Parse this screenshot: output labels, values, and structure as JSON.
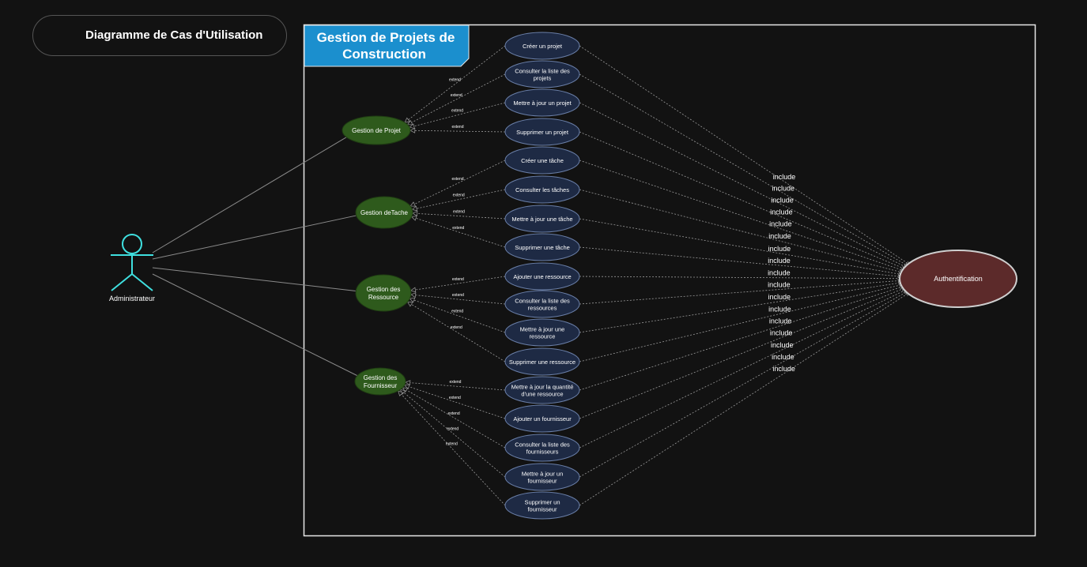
{
  "diagram_title": "Diagramme de Cas d'Utilisation",
  "system_boundary": {
    "title_line1": "Gestion de Projets de",
    "title_line2": "Construction"
  },
  "actor": {
    "label": "Administrateur"
  },
  "modules": [
    {
      "id": "projet",
      "lines": [
        "Gestion de Projet"
      ]
    },
    {
      "id": "tache",
      "lines": [
        "Gestion deTache"
      ]
    },
    {
      "id": "ressource",
      "lines": [
        "Gestion des",
        "Ressource"
      ]
    },
    {
      "id": "fournisseur",
      "lines": [
        "Gestion des",
        "Fournisseur"
      ]
    }
  ],
  "use_cases": [
    {
      "lines": [
        "Créer un projet"
      ],
      "module": "projet"
    },
    {
      "lines": [
        "Consulter la liste des",
        "projets"
      ],
      "module": "projet"
    },
    {
      "lines": [
        "Mettre à jour un projet"
      ],
      "module": "projet"
    },
    {
      "lines": [
        "Supprimer un projet"
      ],
      "module": "projet"
    },
    {
      "lines": [
        "Créer une tâche"
      ],
      "module": "tache"
    },
    {
      "lines": [
        "Consulter les tâches"
      ],
      "module": "tache"
    },
    {
      "lines": [
        "Mettre à jour une tâche"
      ],
      "module": "tache"
    },
    {
      "lines": [
        "Supprimer une tâche"
      ],
      "module": "tache"
    },
    {
      "lines": [
        "Ajouter une ressource"
      ],
      "module": "ressource"
    },
    {
      "lines": [
        "Consulter la liste des",
        "ressources"
      ],
      "module": "ressource"
    },
    {
      "lines": [
        "Mettre à jour une",
        "ressource"
      ],
      "module": "ressource"
    },
    {
      "lines": [
        "Supprimer une ressource"
      ],
      "module": "ressource"
    },
    {
      "lines": [
        "Mettre à jour la quantité",
        "d'une ressource"
      ],
      "module": "fournisseur"
    },
    {
      "lines": [
        "Ajouter un fournisseur"
      ],
      "module": "fournisseur"
    },
    {
      "lines": [
        "Consulter la liste des",
        "fournisseurs"
      ],
      "module": "fournisseur"
    },
    {
      "lines": [
        "Mettre à jour un",
        "fournisseur"
      ],
      "module": "fournisseur"
    },
    {
      "lines": [
        "Supprimer un",
        "fournisseur"
      ],
      "module": "fournisseur"
    }
  ],
  "auth": {
    "label": "Authentification"
  },
  "extend_label": "extend",
  "include_label": "include",
  "colors": {
    "background": "#121212",
    "boundary_title_bg": "#1b8fce",
    "module_fill": "#2e5a1c",
    "usecase_fill": "#1e2a44",
    "usecase_stroke": "#6a7fa8",
    "auth_fill": "#5c2a2a",
    "auth_stroke": "#cfcfcf",
    "actor_stroke": "#3fe0e0",
    "connector": "#8a8a8a"
  }
}
